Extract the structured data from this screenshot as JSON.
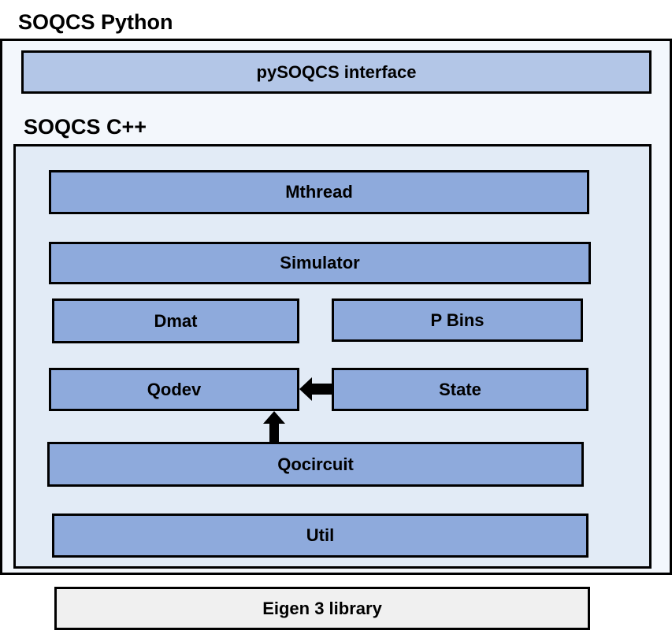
{
  "diagram": {
    "python_title": "SOQCS Python",
    "interface_label": "pySOQCS interface",
    "cpp_title": "SOQCS C++",
    "blocks": {
      "mthread": "Mthread",
      "simulator": "Simulator",
      "dmat": "Dmat",
      "pbins": "P Bins",
      "qodev": "Qodev",
      "state": "State",
      "qocircuit": "Qocircuit",
      "util": "Util"
    },
    "eigen_label": "Eigen 3 library",
    "arrows": [
      {
        "from": "state",
        "to": "qodev"
      },
      {
        "from": "qocircuit",
        "to": "qodev"
      }
    ]
  }
}
